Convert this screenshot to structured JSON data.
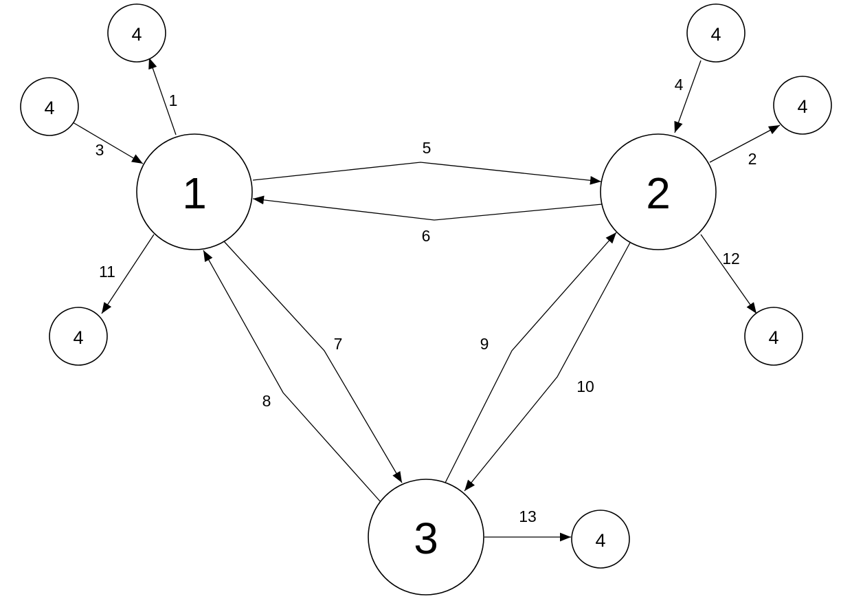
{
  "diagram": {
    "main_nodes": [
      {
        "id": "n1",
        "label": "1"
      },
      {
        "id": "n2",
        "label": "2"
      },
      {
        "id": "n3",
        "label": "3"
      }
    ],
    "small_nodes": [
      {
        "id": "a",
        "label": "4"
      },
      {
        "id": "b",
        "label": "4"
      },
      {
        "id": "c",
        "label": "4"
      },
      {
        "id": "d",
        "label": "4"
      },
      {
        "id": "e",
        "label": "4"
      },
      {
        "id": "f",
        "label": "4"
      },
      {
        "id": "g",
        "label": "4"
      }
    ],
    "edges": [
      {
        "id": "e1",
        "label": "1",
        "from": "1",
        "to": "4"
      },
      {
        "id": "e2",
        "label": "2",
        "from": "2",
        "to": "4"
      },
      {
        "id": "e3",
        "label": "3",
        "from": "4",
        "to": "1"
      },
      {
        "id": "e4",
        "label": "4",
        "from": "4",
        "to": "2"
      },
      {
        "id": "e5",
        "label": "5",
        "from": "1",
        "to": "2"
      },
      {
        "id": "e6",
        "label": "6",
        "from": "2",
        "to": "1"
      },
      {
        "id": "e7",
        "label": "7",
        "from": "1",
        "to": "3"
      },
      {
        "id": "e8",
        "label": "8",
        "from": "3",
        "to": "1"
      },
      {
        "id": "e9",
        "label": "9",
        "from": "3",
        "to": "2"
      },
      {
        "id": "e10",
        "label": "10",
        "from": "2",
        "to": "3"
      },
      {
        "id": "e11",
        "label": "11",
        "from": "1",
        "to": "4"
      },
      {
        "id": "e12",
        "label": "12",
        "from": "2",
        "to": "4"
      },
      {
        "id": "e13",
        "label": "13",
        "from": "3",
        "to": "4"
      }
    ]
  }
}
